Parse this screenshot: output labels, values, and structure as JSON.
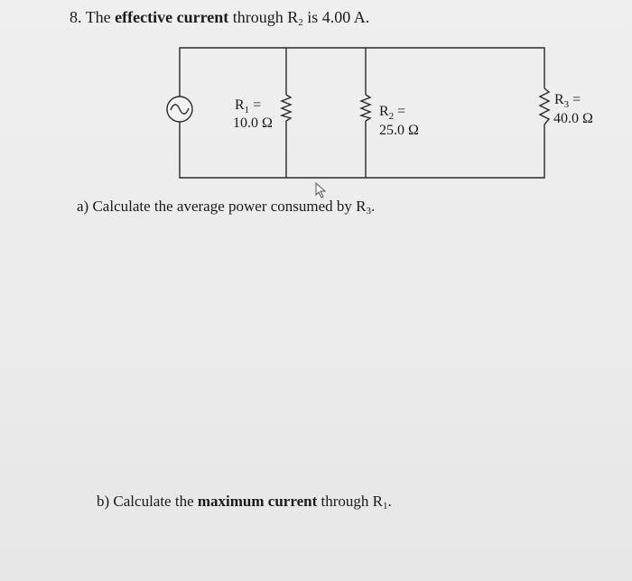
{
  "question": {
    "number": "8.",
    "text_before": "The",
    "bold_phrase": "effective current",
    "text_mid": "through R",
    "sub": "2",
    "text_after": "is 4.00 A."
  },
  "circuit": {
    "source_symbol": "~",
    "r1": {
      "name": "R",
      "sub": "1",
      "eq": " =",
      "value": "10.0 Ω"
    },
    "r2": {
      "name": "R",
      "sub": "2",
      "eq": " =",
      "value": "25.0 Ω"
    },
    "r3": {
      "name": "R",
      "sub": "3",
      "eq": " =",
      "value": "40.0 Ω"
    }
  },
  "part_a": {
    "text": "a) Calculate the average power consumed by R",
    "sub": "3",
    "end": "."
  },
  "part_b": {
    "text_before": "b) Calculate the",
    "bold_phrase": "maximum current",
    "text_mid": "through R",
    "sub": "1",
    "end": "."
  }
}
